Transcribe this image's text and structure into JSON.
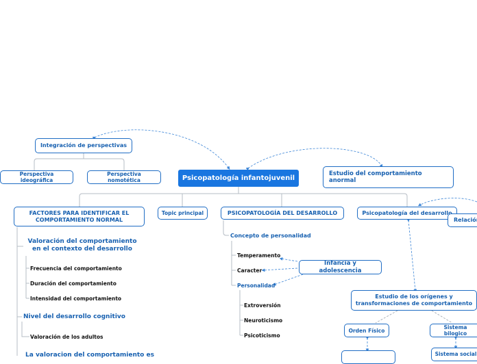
{
  "central": "Psicopatología infantojuvenil",
  "top": {
    "integracion": "Integración de perspectivas",
    "ideografica": "Perspectiva ideográfica",
    "nomotetica": "Perspectiva nomotética",
    "estudio": "Estudio del comportamiento anormal"
  },
  "branches": {
    "factores": "FACTORES PARA IDENTIFICAR EL COMPORTAMIENTO NORMAL",
    "topic": "Topic principal",
    "psicopatologia": "PSICOPATOLOGÍA DEL DESARROLLO",
    "psicodesarrollo": "Psicopatología del desarrollo",
    "relacion": "Relación"
  },
  "factores_children": {
    "valoracion": "Valoración del comportamiento en el contexto del desarrollo",
    "frecuencia": "Frecuencia del comportamiento",
    "duracion": "Duración del comportamiento",
    "intensidad": "Intensidad del comportamiento",
    "nivel": "Nivel del desarrollo cognitivo",
    "adultos": "Valoración de los adultos",
    "valoracion2": "La valoracion del comportamiento es"
  },
  "personalidad": {
    "concepto": "Concepto de personalidad",
    "temperamento": "Temperamento",
    "caracter": "Caracter",
    "personalidad": "Personalidad",
    "extroversion": "Extroversión",
    "neuroticismo": "Neuroticismo",
    "psicoticismo": "Psicoticismo",
    "infancia": "Infancia y adolescencia"
  },
  "estudio_origen": {
    "estudio": "Estudio de los orígenes y transformaciones de comportamiento",
    "orden": "Orden Físico",
    "biologico": "Sistema bilogico",
    "social": "Sistema social"
  },
  "colors": {
    "accent": "#1976e0",
    "border": "#1e6cc4",
    "text": "#1760b0",
    "line": "#9aa3ad",
    "dashed": "#3a84d6"
  }
}
